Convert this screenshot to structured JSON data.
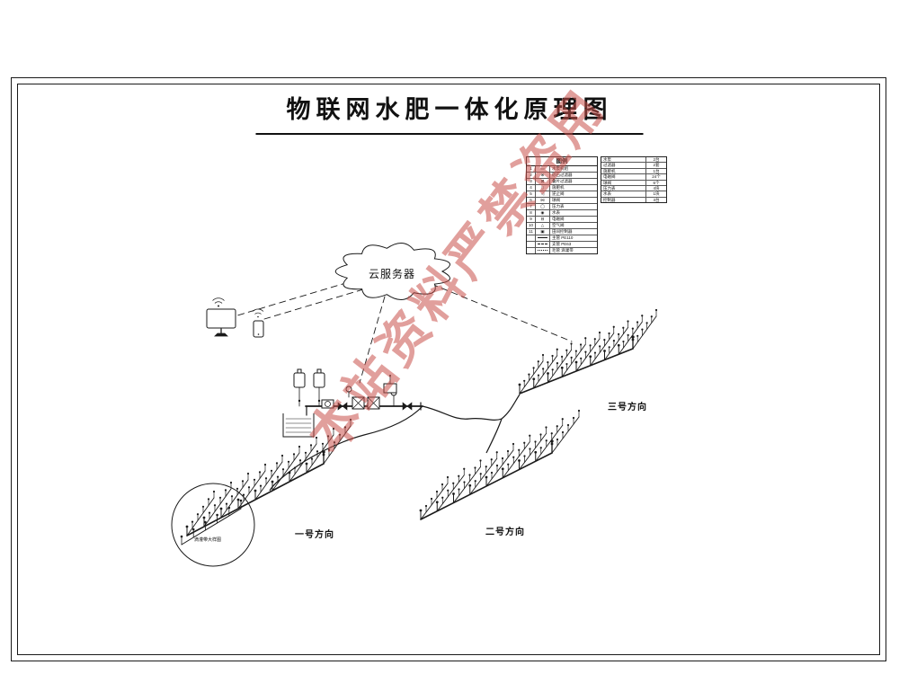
{
  "page": {
    "title": "物联网水肥一体化原理图",
    "watermark": "本站资料严禁盗用"
  },
  "cloud": {
    "label": "云服务器"
  },
  "fields": [
    {
      "label": "一号方向"
    },
    {
      "label": "二号方向"
    },
    {
      "label": "三号方向"
    }
  ],
  "callout": {
    "label": "滴灌带大样图"
  },
  "legend": {
    "title": "图例",
    "items": [
      {
        "no": "1",
        "icon": "▭",
        "name": "水泵机组"
      },
      {
        "no": "2",
        "icon": "⊗",
        "name": "砂石过滤器"
      },
      {
        "no": "3",
        "icon": "⊠",
        "name": "叠片过滤器"
      },
      {
        "no": "4",
        "icon": "▯",
        "name": "施肥机"
      },
      {
        "no": "5",
        "icon": "◁",
        "name": "逆止阀"
      },
      {
        "no": "6",
        "icon": "⋈",
        "name": "球阀"
      },
      {
        "no": "7",
        "icon": "◯",
        "name": "压力表"
      },
      {
        "no": "8",
        "icon": "◉",
        "name": "水表"
      },
      {
        "no": "9",
        "icon": "⊟",
        "name": "电磁阀"
      },
      {
        "no": "10",
        "icon": "△",
        "name": "空气阀"
      },
      {
        "no": "11",
        "icon": "▣",
        "name": "田间控制器"
      }
    ],
    "line_items": [
      {
        "style": "solid",
        "name": "主管 PE110"
      },
      {
        "style": "dashed",
        "name": "支管 PE63"
      },
      {
        "style": "dotted",
        "name": "毛管 滴灌带"
      }
    ],
    "spec_items": [
      {
        "name": "水泵",
        "spec": "2台"
      },
      {
        "name": "过滤器",
        "spec": "2套"
      },
      {
        "name": "施肥机",
        "spec": "1台"
      },
      {
        "name": "电磁阀",
        "spec": "24个"
      },
      {
        "name": "球阀",
        "spec": "6个"
      },
      {
        "name": "压力表",
        "spec": "4块"
      },
      {
        "name": "水表",
        "spec": "1块"
      },
      {
        "name": "控制器",
        "spec": "3台"
      }
    ]
  }
}
